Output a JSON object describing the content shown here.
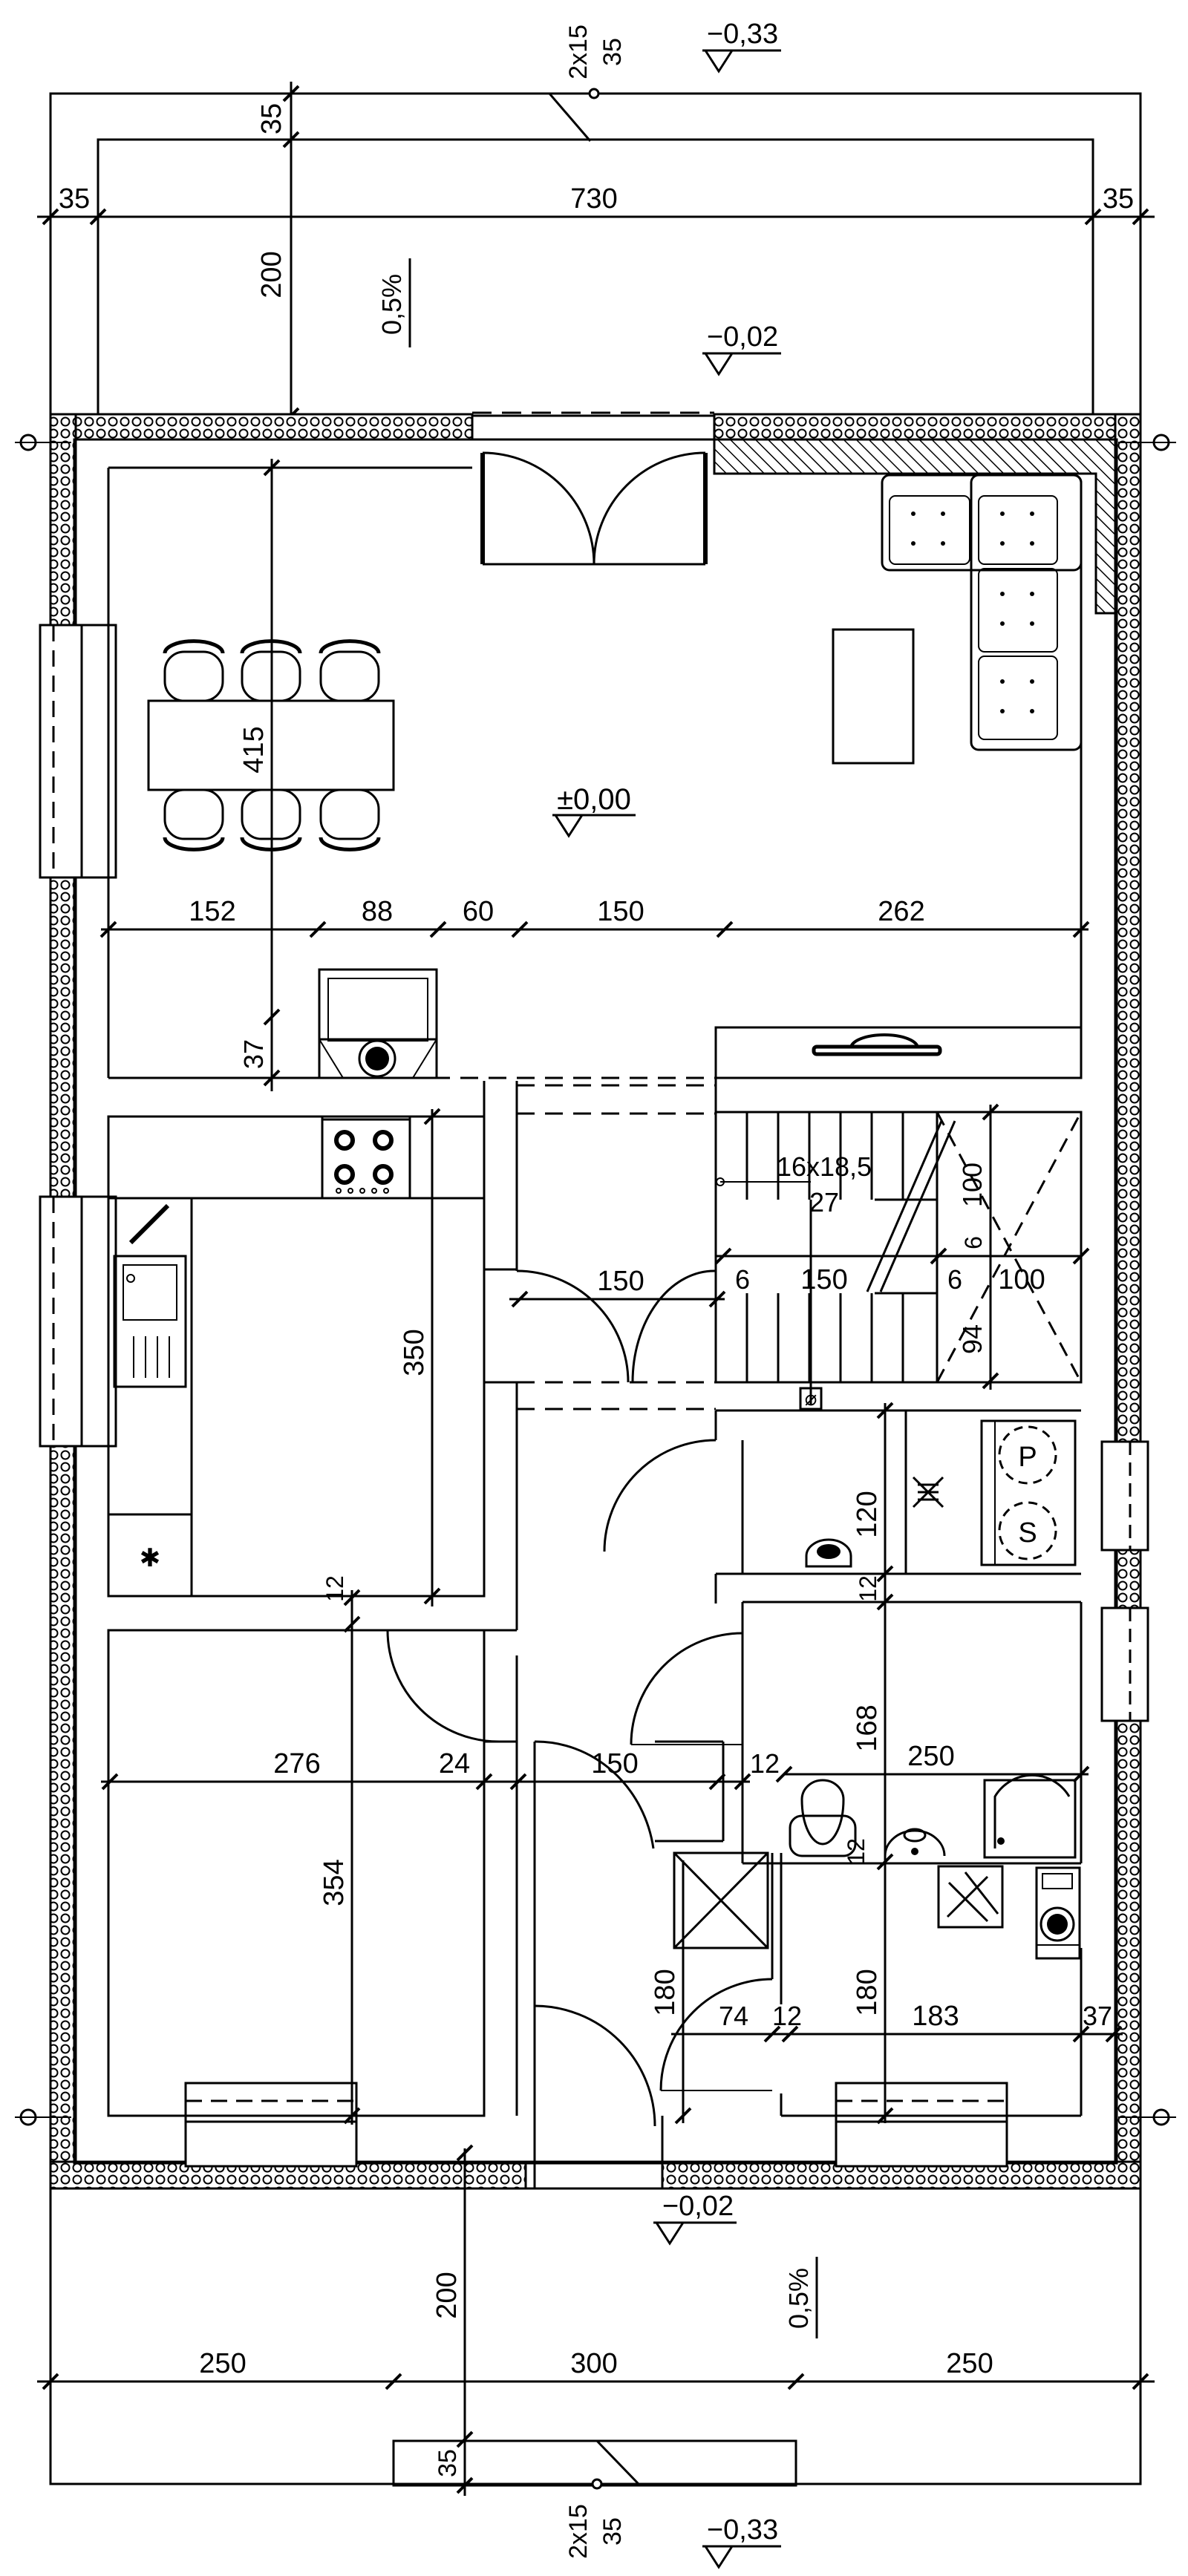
{
  "levels": {
    "top_outer": "−0,33",
    "top_terrace": "−0,02",
    "ground": "±0,00",
    "bottom_terrace": "−0,02",
    "bottom_outer": "−0,33"
  },
  "steps": {
    "top": {
      "a": "2x15",
      "b": "35"
    },
    "bottom": {
      "a": "2x15",
      "b": "35"
    }
  },
  "slopes": {
    "top": "0,5%",
    "bottom": "0,5%"
  },
  "stairs": {
    "spec": "16x18,5",
    "count": "27"
  },
  "appliances": {
    "pump": "P",
    "storage": "S"
  },
  "dimensions": {
    "top_35a": "35",
    "top_35b": "35",
    "top_730": "730",
    "top_35c": "35",
    "top_200": "200",
    "living_415": "415",
    "row_152": "152",
    "row_88": "88",
    "row_60": "60",
    "row_150": "150",
    "row_262": "262",
    "v_37": "37",
    "kitchen_350": "350",
    "hall_150": "150",
    "stair_6a": "6",
    "stair_150": "150",
    "stair_6b": "6",
    "stair_100h": "100",
    "stair_100v": "100",
    "stair_6v": "6",
    "stair_94": "94",
    "tech_120": "120",
    "v_12a": "12",
    "v_12b": "12",
    "bath_168": "168",
    "mid_276": "276",
    "mid_24": "24",
    "mid_150": "150",
    "mid_12": "12",
    "mid_250": "250",
    "v_12c": "12",
    "bed_354": "354",
    "wc_180a": "180",
    "wc_180b": "180",
    "low_74": "74",
    "low_12": "12",
    "low_183": "183",
    "low_37": "37",
    "bot_200": "200",
    "bot_250a": "250",
    "bot_300": "300",
    "bot_250b": "250",
    "bot_35": "35"
  }
}
